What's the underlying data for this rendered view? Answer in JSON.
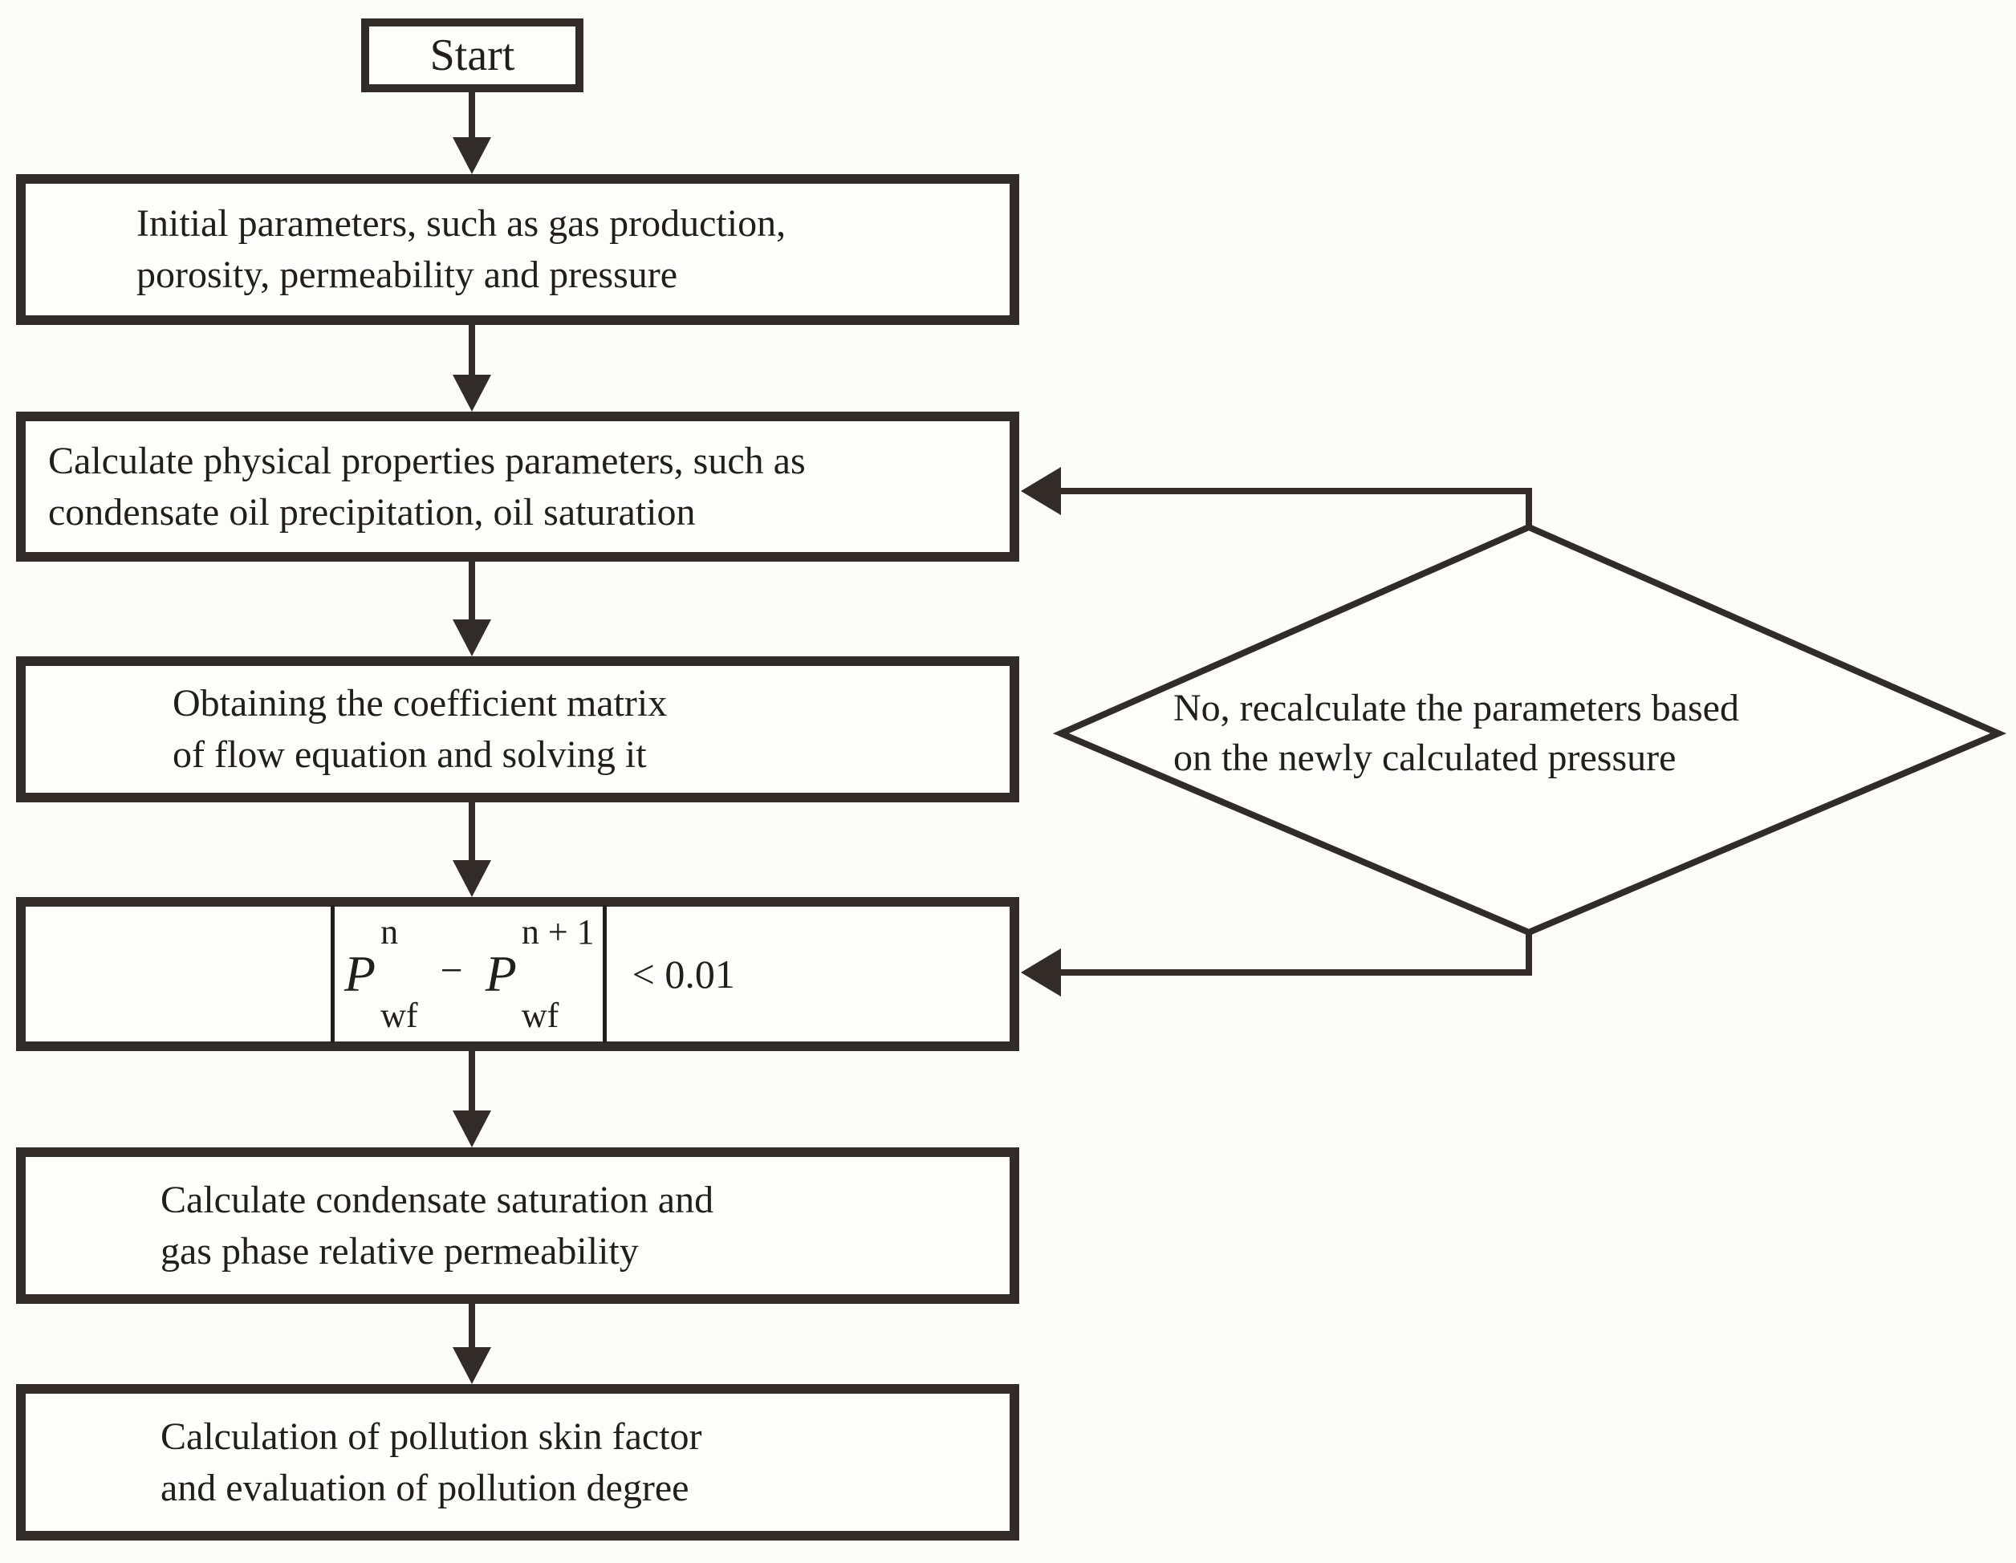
{
  "colors": {
    "line": "#322c29",
    "background": "#fcfcf9",
    "box_fill": "#fdfdfc",
    "text": "#221e1c"
  },
  "flowchart": {
    "start_label": "Start",
    "boxes": [
      {
        "line1": "Initial parameters, such as gas production,",
        "line2": "porosity, permeability and pressure"
      },
      {
        "line1": "Calculate physical properties parameters, such as",
        "line2": "condensate oil precipitation, oil saturation"
      },
      {
        "line1": "Obtaining the coefficient matrix",
        "line2": "of flow equation and solving it"
      },
      {
        "line1": "Calculate condensate saturation and",
        "line2": "gas phase relative permeability"
      },
      {
        "line1": "Calculation of pollution skin factor",
        "line2": "and evaluation of pollution degree"
      }
    ],
    "formula": {
      "p1": "P",
      "sup1": "n",
      "sub1": "wf",
      "minus": "−",
      "p2": "P",
      "sup2": "n + 1",
      "sub2": "wf",
      "condition": "< 0.01"
    },
    "decision": {
      "line1": "No, recalculate the parameters based",
      "line2": "on the newly calculated pressure"
    }
  }
}
